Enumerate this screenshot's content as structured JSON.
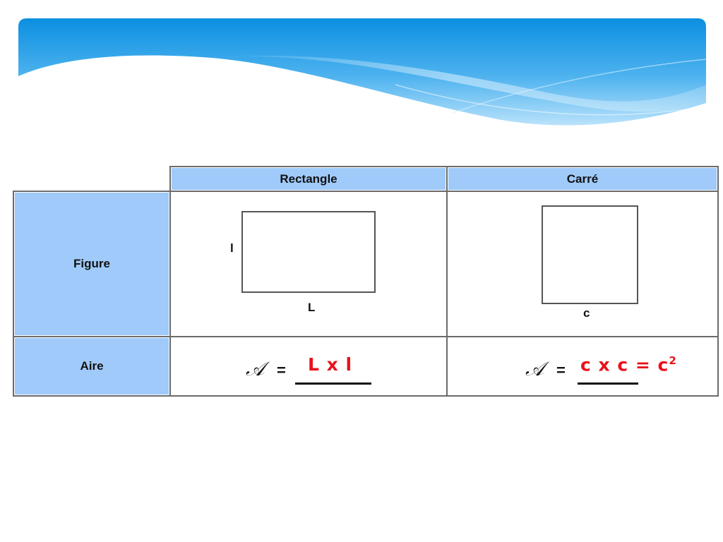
{
  "table": {
    "columns": [
      "Rectangle",
      "Carré"
    ],
    "rows": {
      "figure_label": "Figure",
      "aire_label": "Aire"
    }
  },
  "rectangle": {
    "side_width_label": "l",
    "side_length_label": "L",
    "area_symbol": "𝒜",
    "equals": "=",
    "answer": "L x l"
  },
  "square": {
    "side_label": "c",
    "area_symbol": "𝒜",
    "equals": "=",
    "answer": "c x c = c",
    "exponent": "2"
  },
  "colors": {
    "header_fill": "#9fcaf9",
    "answer_red": "#e8121b",
    "banner_blue": "#0a8fe0"
  }
}
